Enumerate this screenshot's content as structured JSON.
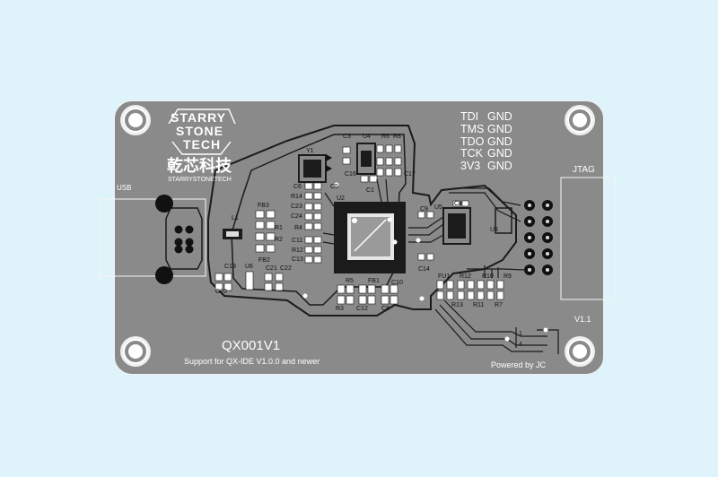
{
  "board": {
    "brand_line1": "STARRY",
    "brand_line2": "STONE",
    "brand_line3": "TECH",
    "company_cn": "乾芯科技",
    "company_en": "STARRYSTONETECH",
    "model": "QX001V1",
    "support_text": "Support for QX-IDE V1.0.0 and newer",
    "powered_by": "Powered by JC",
    "usb_label": "USB",
    "jtag_label": "JTAG",
    "version": "V1.1",
    "pin_map": [
      {
        "sig": "TDI",
        "gnd": "GND"
      },
      {
        "sig": "TMS",
        "gnd": "GND"
      },
      {
        "sig": "TDO",
        "gnd": "GND"
      },
      {
        "sig": "TCK",
        "gnd": "GND"
      },
      {
        "sig": "3V3",
        "gnd": "GND"
      }
    ]
  },
  "designators": {
    "c3": "C3",
    "u4": "U4",
    "r6": "R6",
    "r8": "R8",
    "y1": "Y1",
    "c6": "C6",
    "c16": "C16",
    "c1": "C1",
    "c17": "C17",
    "c5": "C5",
    "r14": "R14",
    "c23": "C23",
    "c24": "C24",
    "u2": "U2",
    "c9": "C9",
    "u5": "U5",
    "c4": "C4",
    "u3": "U3",
    "fb3": "FB3",
    "l1": "L1",
    "r1": "R1",
    "r2": "R2",
    "r4": "R4",
    "c11": "C11",
    "r12b": "R12",
    "c13": "C13",
    "c14": "C14",
    "fb2": "FB2",
    "c19": "C19",
    "u6": "U6",
    "c21": "C21",
    "c22": "C22",
    "c20": "C20",
    "r5": "R5",
    "fb1": "FB1",
    "c10": "C10",
    "r3": "R3",
    "c12": "C12",
    "c8": "C8",
    "fu1": "FU1",
    "r12": "R12",
    "r10": "R10",
    "r9": "R9",
    "r13": "R13",
    "r11": "R11",
    "r7": "R7",
    "pin1": "1",
    "pin4": "4"
  },
  "colors": {
    "page_bg": "#dff3fb",
    "board": "#8a8a8a",
    "trace": "#1b1b1b",
    "silk": "#ffffff"
  }
}
